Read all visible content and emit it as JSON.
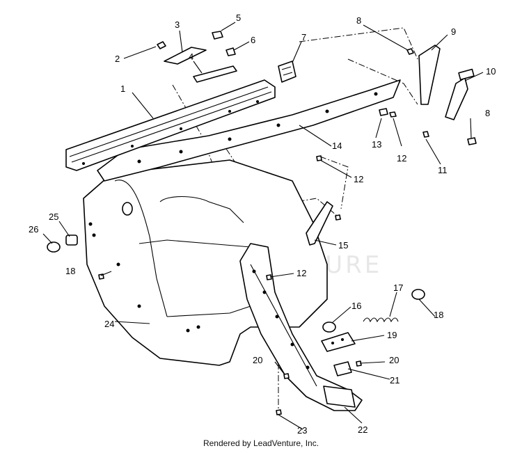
{
  "footer": {
    "rendered_by": "Rendered by LeadVenture, Inc."
  },
  "watermark": {
    "text": "LEADVENTURE"
  },
  "callouts": {
    "c1": "1",
    "c2": "2",
    "c3": "3",
    "c4": "4",
    "c5": "5",
    "c6": "6",
    "c7": "7",
    "c8a": "8",
    "c8b": "8",
    "c9": "9",
    "c10": "10",
    "c11": "11",
    "c12a": "12",
    "c12b": "12",
    "c12c": "12",
    "c13": "13",
    "c14": "14",
    "c15": "15",
    "c16": "16",
    "c17": "17",
    "c18a": "18",
    "c18b": "18",
    "c19": "19",
    "c20a": "20",
    "c20b": "20",
    "c21": "21",
    "c22": "22",
    "c23": "23",
    "c24": "24",
    "c25": "25",
    "c26": "26"
  }
}
